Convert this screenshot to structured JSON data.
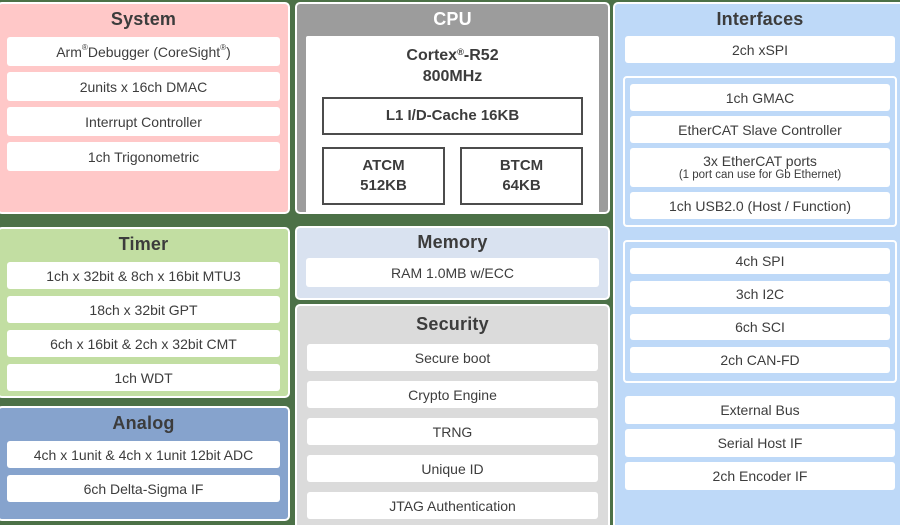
{
  "colors": {
    "background": "#4C7147",
    "system": "#FFC8C8",
    "timer": "#C2DEA2",
    "analog": "#86A3CD",
    "cpu": "#9C9C9C",
    "memory": "#D9E2F0",
    "security": "#DBDBDB",
    "interfaces": "#BED9F8",
    "inner_box_border": "#4C4C4C",
    "text": "#3C3C3C",
    "cpu_title_text": "#FFFFFF"
  },
  "blocks": {
    "system": {
      "title": "System",
      "items": [
        "Arm® Debugger (CoreSight®)",
        "2units x 16ch DMAC",
        "Interrupt Controller",
        "1ch Trigonometric"
      ]
    },
    "timer": {
      "title": "Timer",
      "items": [
        "1ch x 32bit & 8ch x 16bit MTU3",
        "18ch x 32bit GPT",
        "6ch x 16bit & 2ch x 32bit CMT",
        "1ch WDT"
      ]
    },
    "analog": {
      "title": "Analog",
      "items": [
        "4ch x 1unit & 4ch x 1unit 12bit ADC",
        "6ch Delta-Sigma IF"
      ]
    },
    "cpu": {
      "title": "CPU",
      "core_name": "Cortex®-R52",
      "core_freq": "800MHz",
      "cache": "L1 I/D-Cache 16KB",
      "atcm_name": "ATCM",
      "atcm_size": "512KB",
      "btcm_name": "BTCM",
      "btcm_size": "64KB"
    },
    "memory": {
      "title": "Memory",
      "items": [
        "RAM 1.0MB w/ECC"
      ]
    },
    "security": {
      "title": "Security",
      "items": [
        "Secure boot",
        "Crypto Engine",
        "TRNG",
        "Unique ID",
        "JTAG Authentication"
      ]
    },
    "interfaces": {
      "title": "Interfaces",
      "xspi": "2ch xSPI",
      "gmac": "1ch GMAC",
      "ethercat_slave": "EtherCAT Slave Controller",
      "ethercat_ports_main": "3x EtherCAT ports",
      "ethercat_ports_sub": "(1 port can use for Gb Ethernet)",
      "usb": "1ch USB2.0 (Host / Function)",
      "spi": "4ch SPI",
      "i2c": "3ch I2C",
      "sci": "6ch SCI",
      "canfd": "2ch CAN-FD",
      "external_bus": "External Bus",
      "serial_host": "Serial Host IF",
      "encoder": "2ch Encoder IF"
    }
  }
}
